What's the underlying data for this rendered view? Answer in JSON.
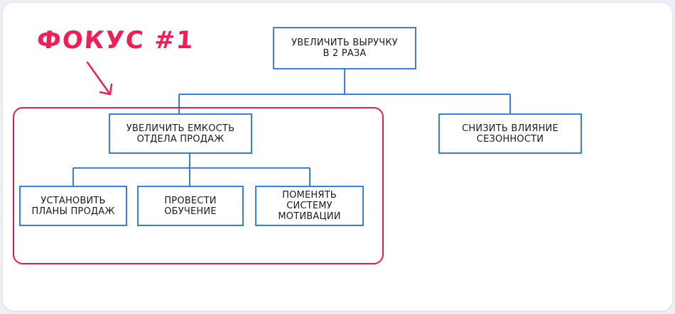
{
  "focus": {
    "label": "ФОКУС #1",
    "color": "#ee1f55"
  },
  "nodes": {
    "root": "УВЕЛИЧИТЬ ВЫРУЧКУ\nВ 2 РАЗА",
    "capacity": "УВЕЛИЧИТЬ ЕМКОСТЬ\nОТДЕЛА ПРОДАЖ",
    "seasonality": "СНИЗИТЬ ВЛИЯНИЕ\nСЕЗОННОСТИ",
    "plans": "УСТАНОВИТЬ\nПЛАНЫ ПРОДАЖ",
    "training": "ПРОВЕСТИ\nОБУЧЕНИЕ",
    "motivation": "ПОМЕНЯТЬ\nСИСТЕМУ\nМОТИВАЦИИ"
  },
  "colors": {
    "box_border": "#3a7de0",
    "connector": "#3a7de0",
    "focus_frame": "#e0204a"
  }
}
